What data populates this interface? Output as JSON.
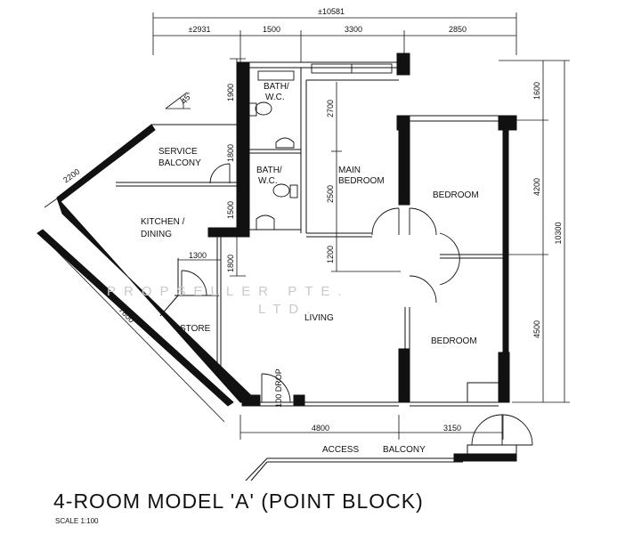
{
  "plan": {
    "title": "4-ROOM MODEL 'A' (POINT BLOCK)",
    "scale": "SCALE 1:100",
    "watermark_line1": "PROPSELLER PTE.",
    "watermark_line2": "LTD.",
    "rooms": {
      "bath1_line1": "BATH/",
      "bath1_line2": "W.C.",
      "bath2_line1": "BATH/",
      "bath2_line2": "W.C.",
      "service_line1": "SERVICE",
      "service_line2": "BALCONY",
      "main_line1": "MAIN",
      "main_line2": "BEDROOM",
      "bedroom1": "BEDROOM",
      "bedroom2": "BEDROOM",
      "kitchen_line1": "KITCHEN /",
      "kitchen_line2": "DINING",
      "store": "STORE",
      "living": "LIVING",
      "access": "ACCESS",
      "balcony": "BALCONY",
      "drop": "100 DROP"
    },
    "dims": {
      "total_width": "±10581",
      "w1": "±2931",
      "w2": "1500",
      "w3": "3300",
      "w4": "2850",
      "bottom1": "4800",
      "bottom2": "3150",
      "right_total": "10300",
      "right1": "1600",
      "right2": "4200",
      "right3": "4500",
      "left1": "1900",
      "left2": "1800",
      "left3": "1500",
      "left4": "1800",
      "v2700": "2700",
      "v2500": "2500",
      "v1200": "1200",
      "store_w": "1300",
      "diag1": "2200",
      "diag2": "7800",
      "angle": "45°"
    }
  }
}
